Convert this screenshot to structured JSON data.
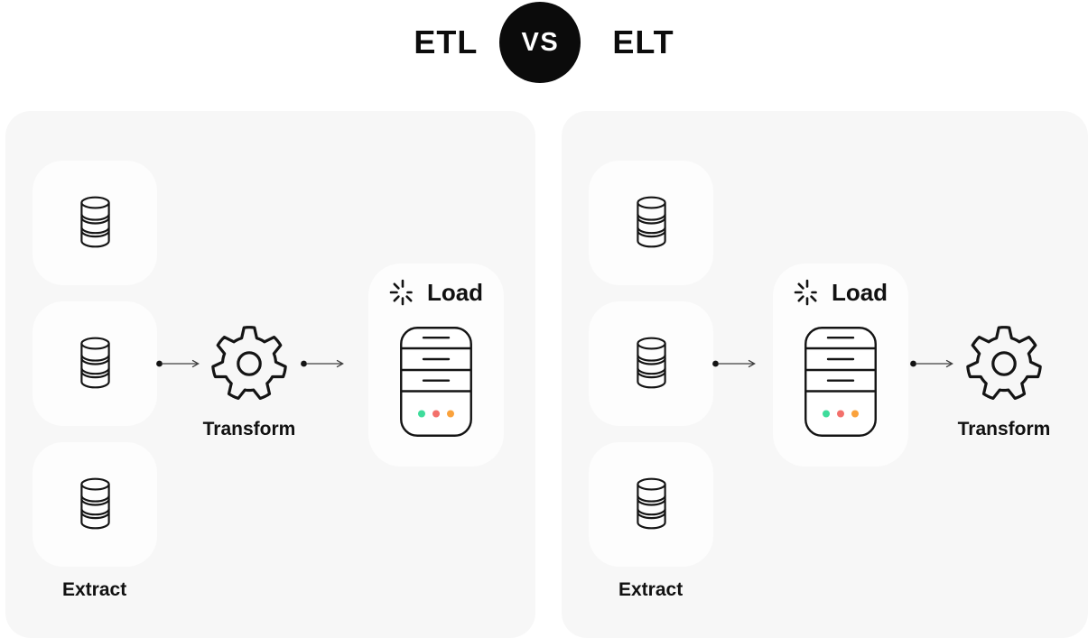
{
  "title": {
    "left_word": "ETL",
    "vs_label": "VS",
    "right_word": "ELT"
  },
  "etl_panel": {
    "name": "ETL",
    "extract_label": "Extract",
    "transform_label": "Transform",
    "load_label": "Load",
    "source_count": 3,
    "flow_order": [
      "Extract",
      "Transform",
      "Load"
    ]
  },
  "elt_panel": {
    "name": "ELT",
    "extract_label": "Extract",
    "transform_label": "Transform",
    "load_label": "Load",
    "source_count": 3,
    "flow_order": [
      "Extract",
      "Load",
      "Transform"
    ]
  },
  "colors": {
    "page_bg": "#FFFFFF",
    "panel_bg": "#F7F7F7",
    "card_bg": "#FDFDFD",
    "line_color": "#141414",
    "arrow_color": "#3F3F3F",
    "vs_badge_bg": "#0B0B0B",
    "vs_badge_text": "#FFFFFF",
    "status_dot_green": "#3EDC9B",
    "status_dot_red": "#F3706B",
    "status_dot_orange": "#FAA23C"
  },
  "icons": {
    "database": "database-cylinder",
    "gear": "cog-outline",
    "spinner": "loading-spinner",
    "server": "server-tower-with-status-dots",
    "arrow": "dot-to-arrowhead-connector"
  }
}
